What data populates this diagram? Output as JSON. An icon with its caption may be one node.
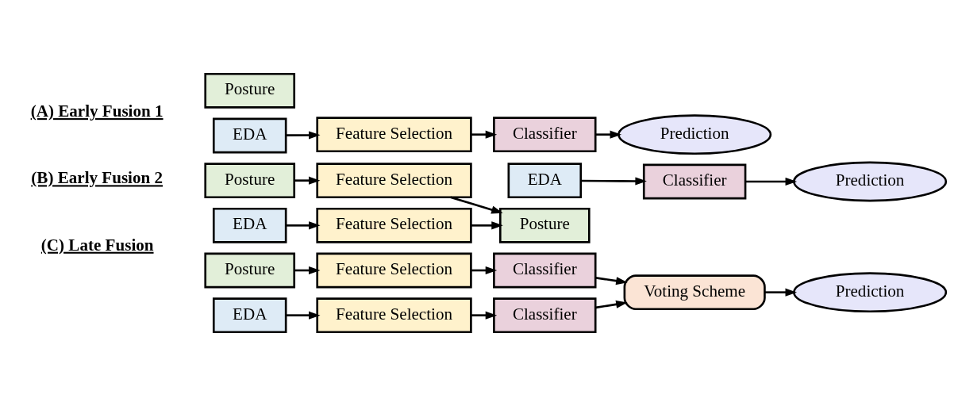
{
  "diagram": {
    "nodes": [
      {
        "text": [
          "Posture"
        ]
      },
      {
        "text": [
          "EDA"
        ]
      },
      {
        "text": [
          "Feature Selection"
        ]
      },
      {
        "text": [
          "Classifier"
        ]
      },
      {
        "text": [
          "Prediction"
        ]
      },
      {
        "text": [
          "Posture"
        ]
      },
      {
        "text": [
          "Feature Selection"
        ]
      },
      {
        "text": [
          "Posture"
        ]
      },
      {
        "text": [
          "EDA"
        ]
      },
      {
        "text": [
          "Classifier"
        ]
      },
      {
        "text": [
          "Prediction"
        ]
      },
      {
        "text": [
          "EDA"
        ]
      },
      {
        "text": [
          "Feature Selection"
        ]
      },
      {
        "text": [
          "Posture"
        ]
      },
      {
        "text": [
          "Feature Selection"
        ]
      },
      {
        "text": [
          "Classifier"
        ]
      },
      {
        "text": [
          "Voting Scheme"
        ]
      },
      {
        "text": [
          "Prediction"
        ]
      },
      {
        "text": [
          "EDA"
        ]
      },
      {
        "text": [
          "Feature Selection"
        ]
      },
      {
        "text": [
          "Classifier"
        ]
      }
    ],
    "edges": [
      {
        "from": 1,
        "to": 2,
        "arrow": "to"
      },
      {
        "from": 2,
        "to": 3,
        "arrow": "to"
      },
      {
        "from": 3,
        "to": 4,
        "arrow": "to"
      },
      {
        "from": 5,
        "to": 6,
        "arrow": "to"
      },
      {
        "from": 6,
        "to": 7,
        "arrow": "to"
      },
      {
        "from": 11,
        "to": 12,
        "arrow": "to"
      },
      {
        "from": 12,
        "to": 7,
        "arrow": "to"
      },
      {
        "from": 8,
        "to": 9,
        "arrow": "to"
      },
      {
        "from": 9,
        "to": 10,
        "arrow": "to"
      },
      {
        "from": 13,
        "to": 14,
        "arrow": "to"
      },
      {
        "from": 14,
        "to": 15,
        "arrow": "to"
      },
      {
        "from": 15,
        "to": 16,
        "arrow": "to"
      },
      {
        "from": 16,
        "to": 17,
        "arrow": "to"
      },
      {
        "from": 18,
        "to": 19,
        "arrow": "to"
      },
      {
        "from": 19,
        "to": 20,
        "arrow": "to"
      },
      {
        "from": 20,
        "to": 16,
        "arrow": "to"
      }
    ],
    "labels": [
      "(A) Early Fusion 1",
      "(B) Early Fusion 2",
      "(C) Late Fusion"
    ]
  }
}
